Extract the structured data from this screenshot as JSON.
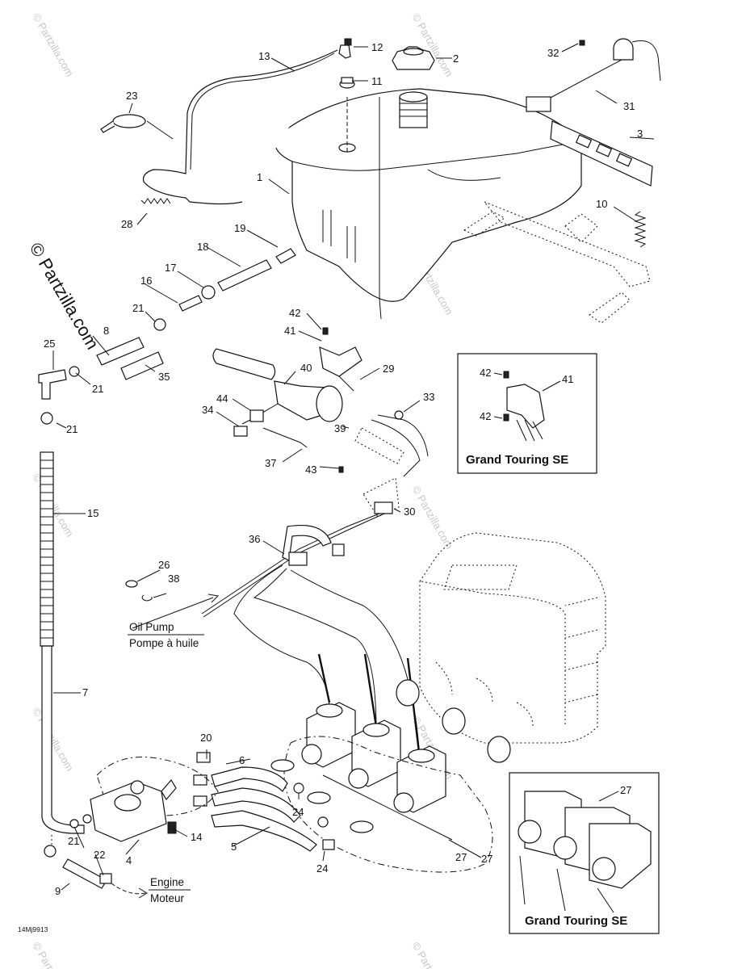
{
  "callouts": [
    "1",
    "2",
    "3",
    "4",
    "5",
    "6",
    "7",
    "8",
    "9",
    "10",
    "11",
    "12",
    "13",
    "14",
    "15",
    "16",
    "17",
    "18",
    "19",
    "20",
    "21",
    "21",
    "21",
    "21",
    "22",
    "23",
    "24",
    "24",
    "25",
    "26",
    "27",
    "28",
    "29",
    "30",
    "31",
    "32",
    "33",
    "34",
    "35",
    "36",
    "37",
    "38",
    "39",
    "40",
    "41",
    "42",
    "43",
    "44"
  ],
  "inset_top": {
    "callouts": [
      "42",
      "41",
      "42"
    ],
    "title": "Grand Touring SE"
  },
  "inset_bottom": {
    "callouts": [
      "27"
    ],
    "title": "Grand Touring SE"
  },
  "main_27": "27",
  "labels": {
    "oil_pump_en": "Oil Pump",
    "oil_pump_fr": "Pompe à huile",
    "engine_en": "Engine",
    "engine_fr": "Moteur"
  },
  "figure_code": "14Mj9913",
  "watermark": {
    "side": "© Partzilla.com",
    "tile": "© Partzilla.com"
  },
  "colors": {
    "ink": "#111111",
    "paper": "#ffffff",
    "watermark": "#c8c8c8"
  }
}
